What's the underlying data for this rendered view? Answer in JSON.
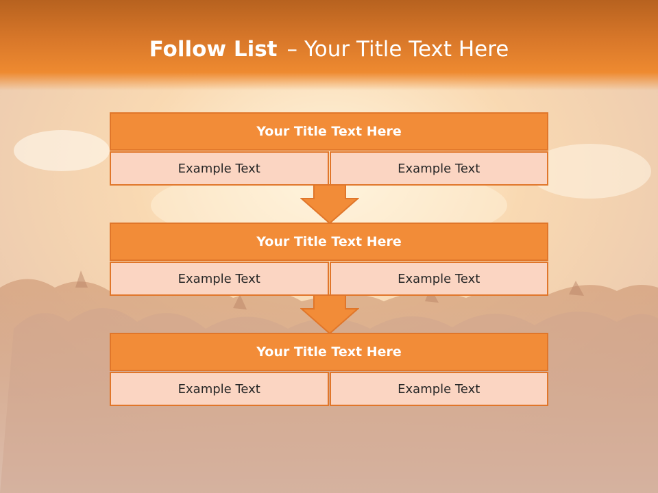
{
  "slide": {
    "title_bold": "Follow List",
    "title_separator": "–",
    "title_rest": "Your Title Text Here"
  },
  "steps": [
    {
      "title": "Your Title Text Here",
      "left": "Example Text",
      "right": "Example Text"
    },
    {
      "title": "Your Title Text Here",
      "left": "Example Text",
      "right": "Example Text"
    },
    {
      "title": "Your Title Text Here",
      "left": "Example Text",
      "right": "Example Text"
    }
  ],
  "colors": {
    "header": "#d9782a",
    "box_title_fill": "#f28c38",
    "box_border": "#e0762a",
    "cell_fill": "#fbd5c2",
    "arrow_fill": "#f28c38"
  }
}
